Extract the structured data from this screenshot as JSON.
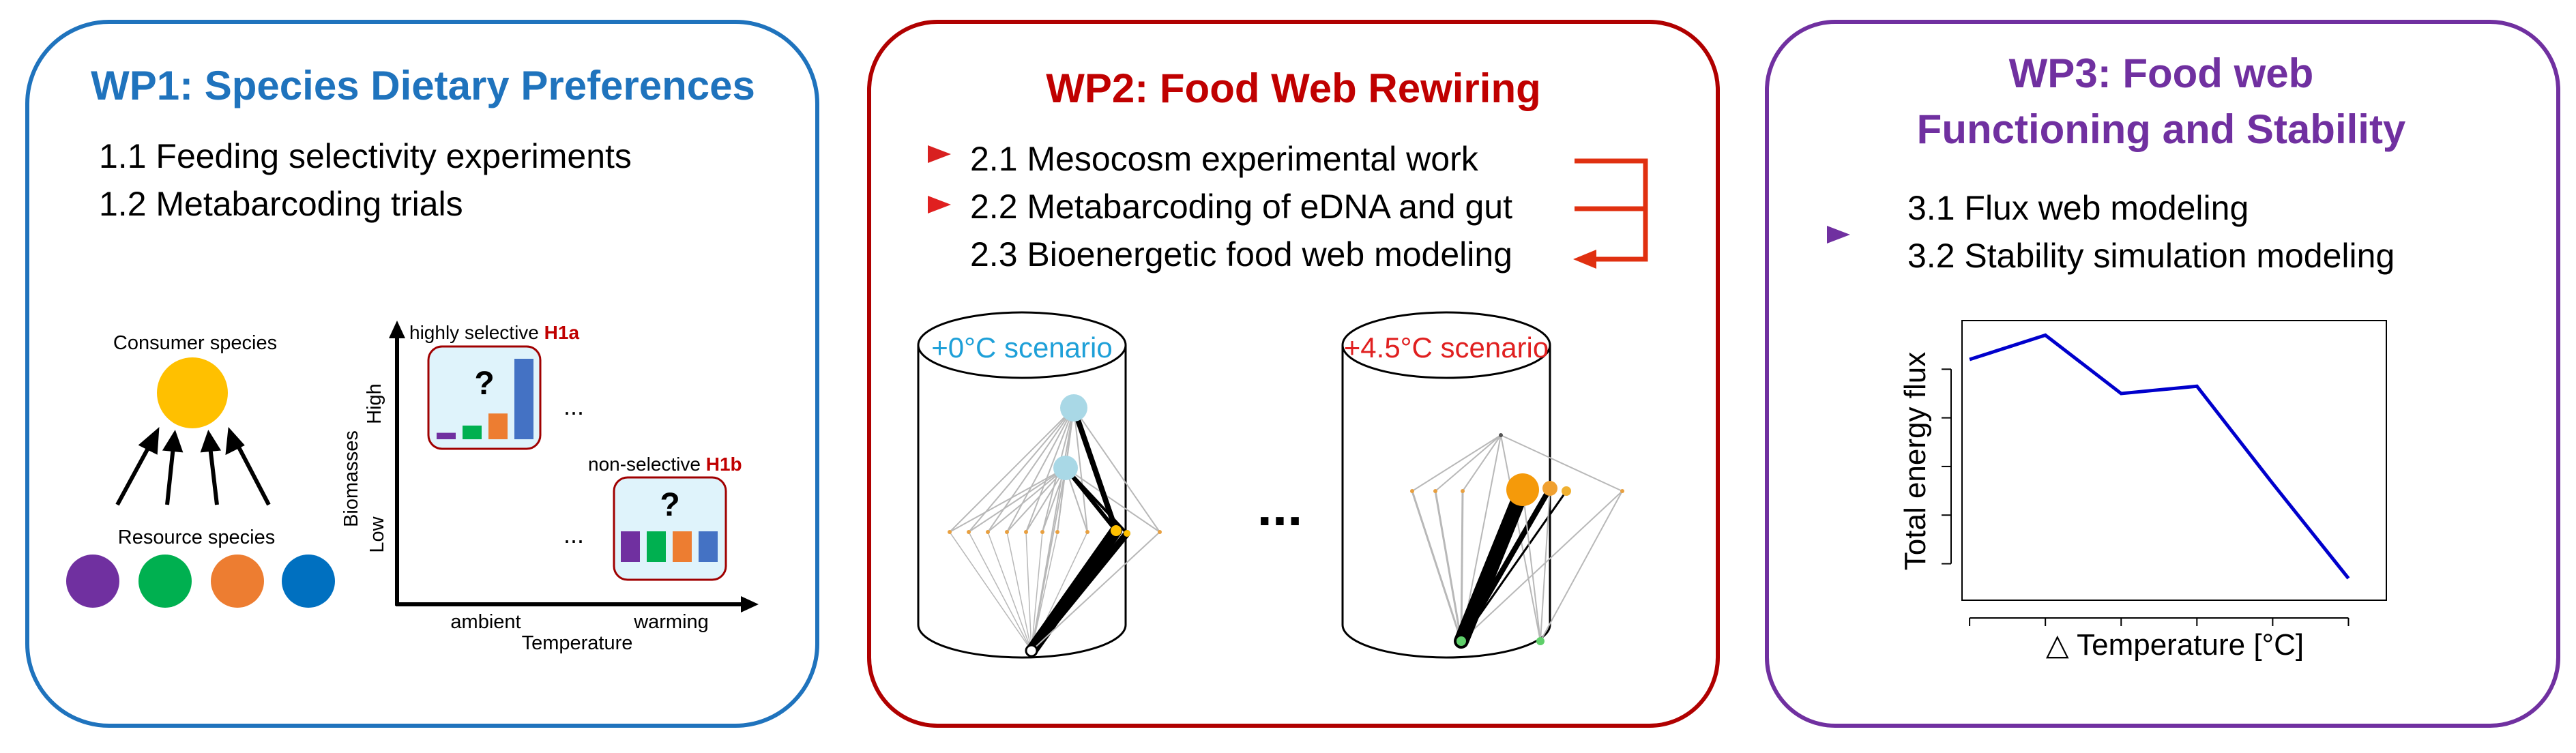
{
  "wp1": {
    "title": "WP1: Species Dietary Preferences",
    "color": "#1f73bd",
    "items": [
      "1.1 Feeding selectivity experiments",
      "1.2 Metabarcoding trials"
    ],
    "consumer_label": "Consumer species",
    "resource_label": "Resource species",
    "consumer_color": "#ffc000",
    "resource_colors": [
      "#7030a0",
      "#00b050",
      "#ed7d31",
      "#0070c0"
    ],
    "plot": {
      "y_axis_label": "Biomasses",
      "y_high": "High",
      "y_low": "Low",
      "x_axis_label": "Temperature",
      "x_left": "ambient",
      "x_right": "warming",
      "h1a_text": "highly selective",
      "h1a_tag": "H1a",
      "h1b_text": "non-selective",
      "h1b_tag": "H1b",
      "question_mark": "?",
      "ellipsis": "...",
      "h1a_bars": [
        0.08,
        0.17,
        0.32,
        1.0
      ],
      "h1b_bars": [
        0.9,
        0.9,
        0.9,
        0.9
      ],
      "bar_colors": [
        "#7030a0",
        "#00b050",
        "#ed7d31",
        "#4472c4"
      ]
    }
  },
  "wp2": {
    "title": "WP2: Food Web Rewiring",
    "color": "#c00000",
    "items": [
      "2.1 Mesocosm experimental work",
      "2.2 Metabarcoding of eDNA and gut",
      "2.3 Bioenergetic food web modeling"
    ],
    "scenario_left": "+0°C scenario",
    "scenario_left_color": "#1ea0d8",
    "scenario_right": "+4.5°C scenario",
    "scenario_right_color": "#e02020",
    "dots": "..."
  },
  "wp3": {
    "title_line1": "WP3: Food web",
    "title_line2": "Functioning and Stability",
    "color": "#7030a0",
    "items": [
      "3.1 Flux web modeling",
      "3.2 Stability simulation modeling"
    ]
  },
  "chart_data": {
    "type": "line",
    "title": "",
    "xlabel": "△ Temperature [°C]",
    "ylabel": "Total energy flux",
    "x": [
      0,
      1,
      2,
      3,
      4,
      5
    ],
    "values": [
      0.84,
      0.94,
      0.7,
      0.73,
      0.33,
      -0.06
    ],
    "xlim": [
      -0.1,
      5.5
    ],
    "ylim": [
      -0.15,
      1.0
    ],
    "line_color": "#0000cc",
    "grid": false
  }
}
